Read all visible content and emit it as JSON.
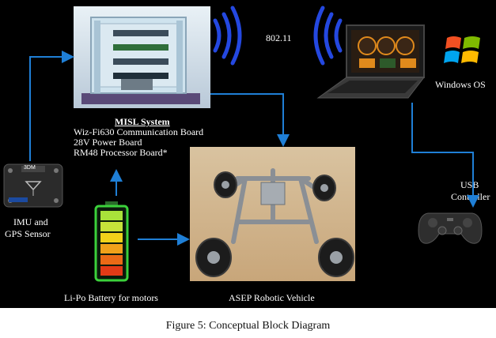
{
  "diagram": {
    "misl": {
      "title": "MISL System",
      "lines": [
        "Wiz-Fi630 Communication Board",
        "28V Power Board",
        "RM48 Processor Board*"
      ]
    },
    "wifi_label": "802.11",
    "windows_label": "Windows OS",
    "imu_label": [
      "IMU and",
      "GPS Sensor"
    ],
    "usb_label": [
      "USB",
      "Controller"
    ],
    "battery_label": "Li-Po Battery for motors",
    "asep_label": "ASEP Robotic Vehicle",
    "imu_brand": "3DM",
    "colors": {
      "arrow": "#1f7fd6",
      "wave": "#2448e0",
      "background": "#000000"
    }
  },
  "caption": "Figure 5: Conceptual Block Diagram"
}
